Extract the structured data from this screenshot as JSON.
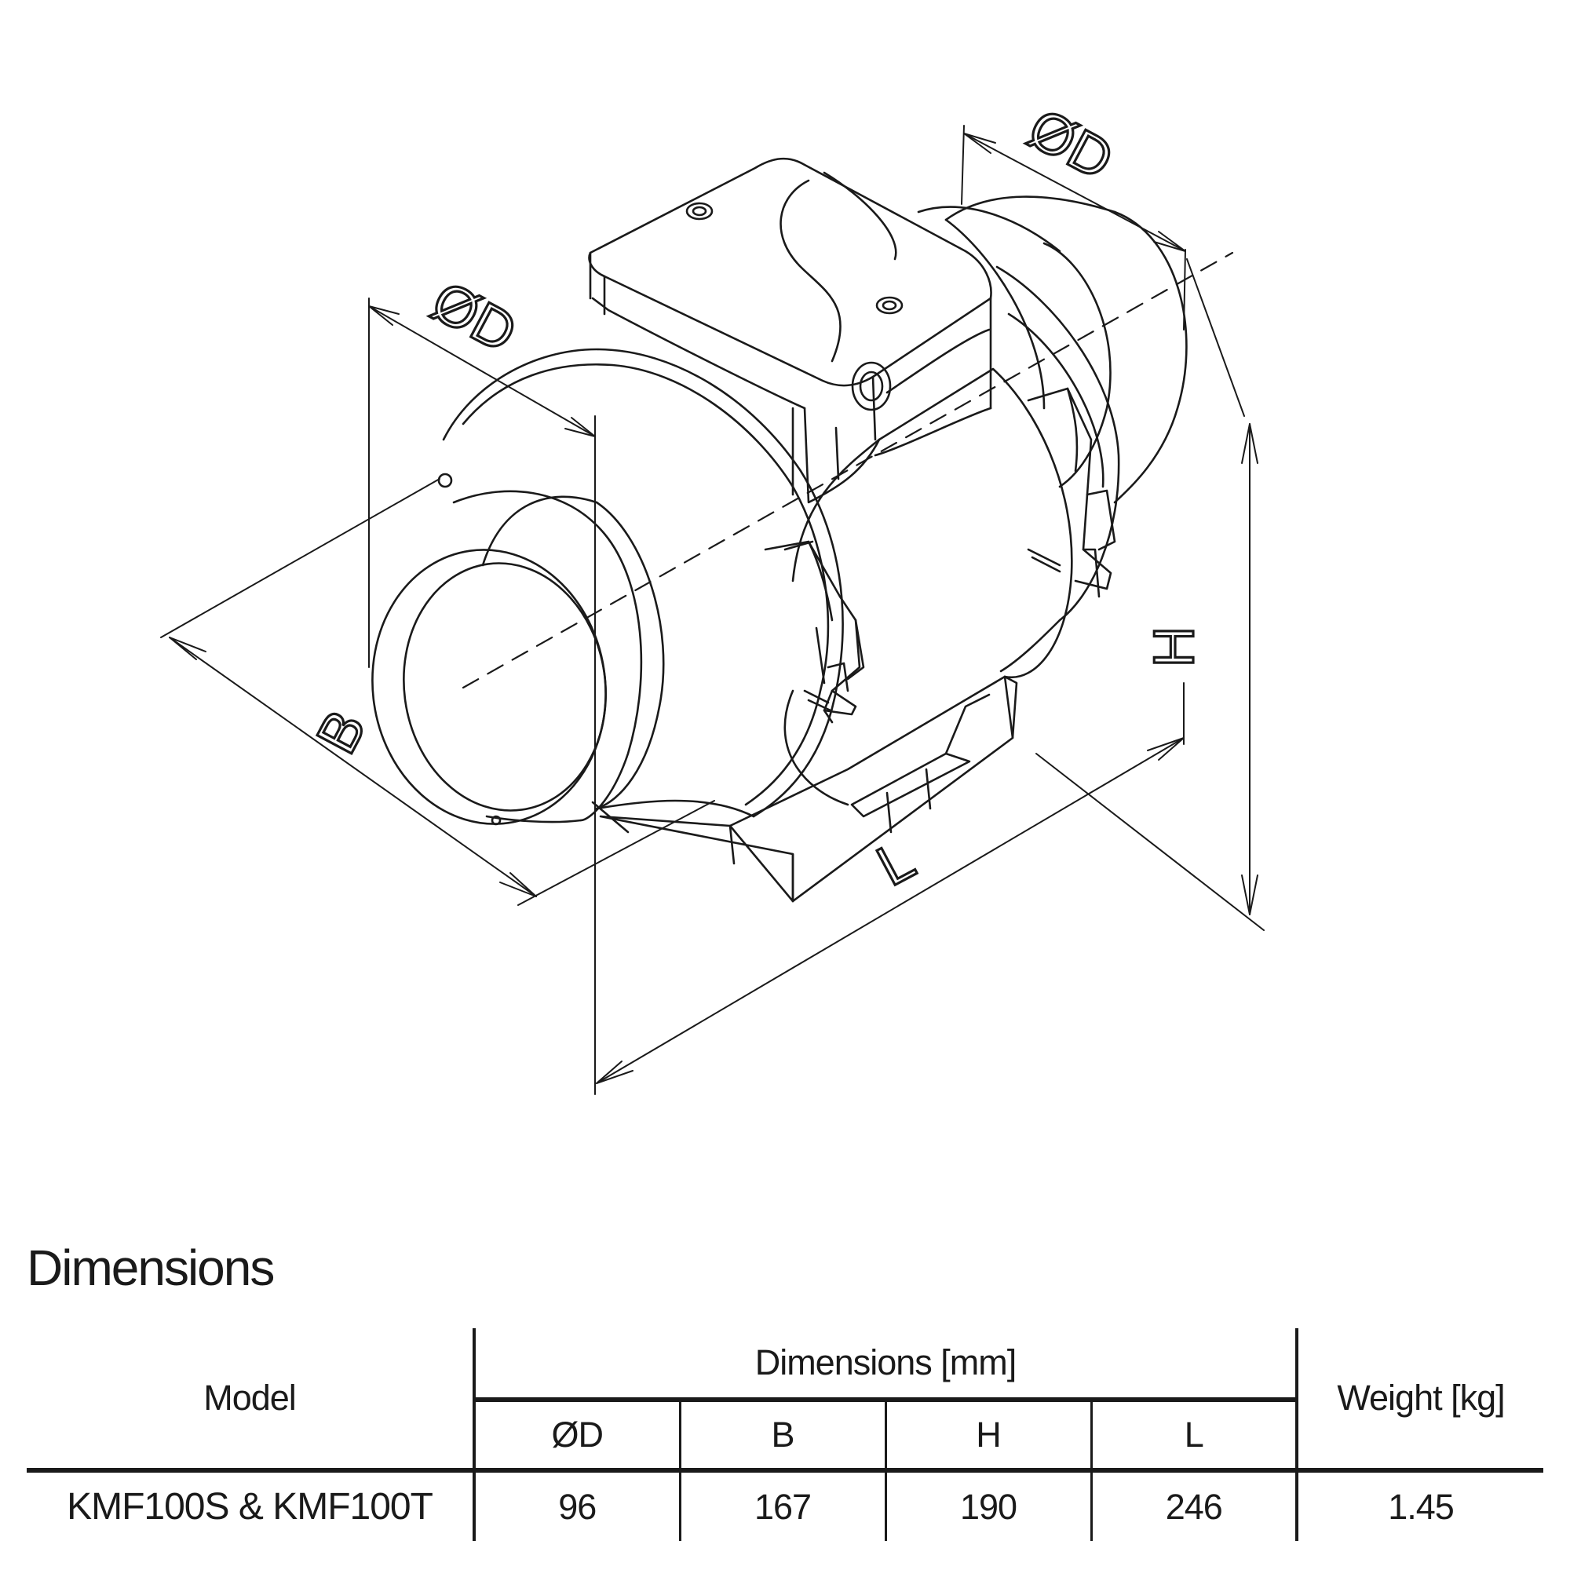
{
  "drawing": {
    "labels": {
      "diameter_top": "ØD",
      "diameter_left": "ØD",
      "b": "B",
      "h": "H",
      "l": "L"
    },
    "line_color": "#1a1a1a"
  },
  "section_title": "Dimensions",
  "table": {
    "model_header": "Model",
    "dimensions_header": "Dimensions [mm]",
    "weight_header": "Weight [kg]",
    "columns": [
      "ØD",
      "B",
      "H",
      "L"
    ],
    "rows": [
      {
        "model": "KMF100S & KMF100T",
        "values": [
          "96",
          "167",
          "190",
          "246"
        ],
        "weight": "1.45"
      }
    ]
  }
}
